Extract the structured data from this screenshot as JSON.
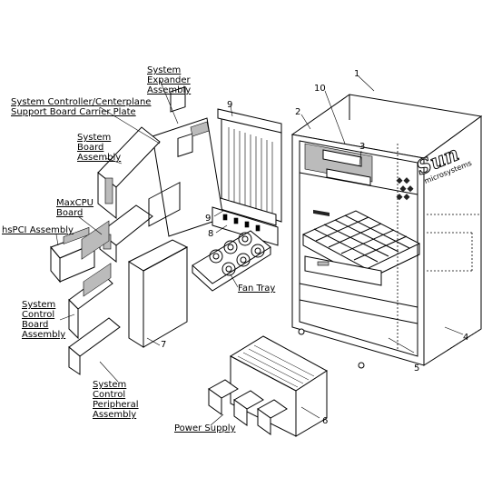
{
  "labels": {
    "system_expander": [
      "System",
      "Expander",
      "Assembly"
    ],
    "sc_carrier_plate": [
      "System Controller/Centerplane",
      "Support Board Carrier Plate"
    ],
    "system_board": [
      "System",
      "Board",
      "Assembly"
    ],
    "maxcpu": [
      "MaxCPU",
      "Board"
    ],
    "hspci": [
      "hsPCI Assembly"
    ],
    "fan_tray": [
      "Fan Tray"
    ],
    "system_control_board": [
      "System",
      "Control",
      "Board",
      "Assembly"
    ],
    "system_control_peripheral": [
      "System",
      "Control",
      "Peripheral",
      "Assembly"
    ],
    "power_supply": [
      "Power Supply"
    ]
  },
  "callouts": {
    "n1": "1",
    "n2": "2",
    "n3": "3",
    "n4": "4",
    "n5": "5",
    "n6": "6",
    "n7": "7",
    "n8": "8",
    "n9a": "9",
    "n9b": "9",
    "n10": "10"
  },
  "logo": {
    "brand": "Sun",
    "sub": "microsystems"
  }
}
